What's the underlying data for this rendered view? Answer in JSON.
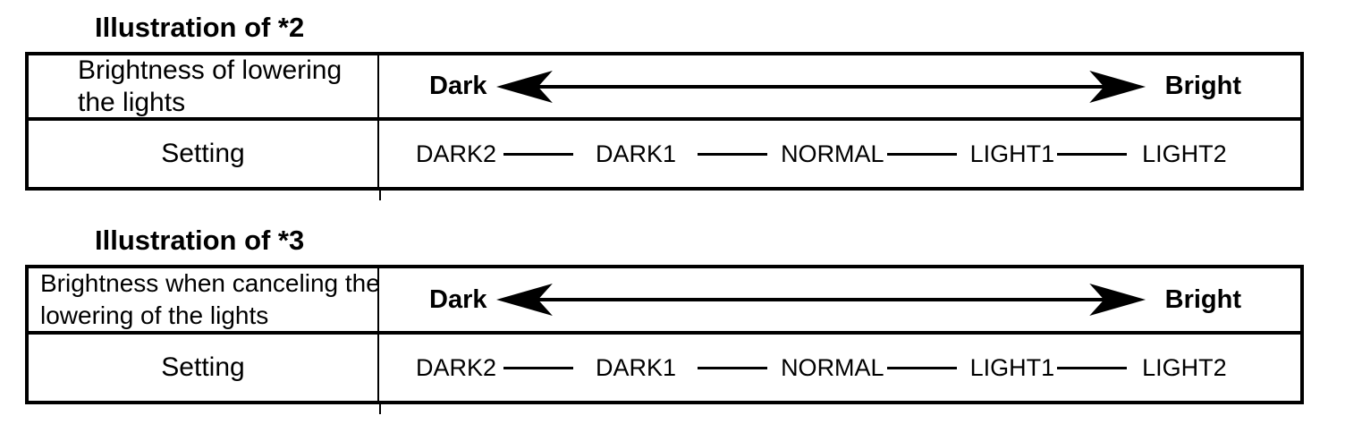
{
  "page": {
    "background_color": "#ffffff",
    "ink_color": "#000000",
    "arrow_icon": "double-arrow"
  },
  "sections": [
    {
      "title": "Illustration of *2",
      "row1_label_lines": [
        "Brightness of lowering",
        "the lights"
      ],
      "scale": {
        "left_label": "Dark",
        "right_label": "Bright"
      },
      "row2_label": "Setting",
      "settings": [
        "DARK2",
        "DARK1",
        "NORMAL",
        "LIGHT1",
        "LIGHT2"
      ]
    },
    {
      "title": "Illustration of *3",
      "row1_label_lines": [
        "Brightness when canceling the",
        "lowering of the lights"
      ],
      "scale": {
        "left_label": "Dark",
        "right_label": "Bright"
      },
      "row2_label": "Setting",
      "settings": [
        "DARK2",
        "DARK1",
        "NORMAL",
        "LIGHT1",
        "LIGHT2"
      ]
    }
  ]
}
